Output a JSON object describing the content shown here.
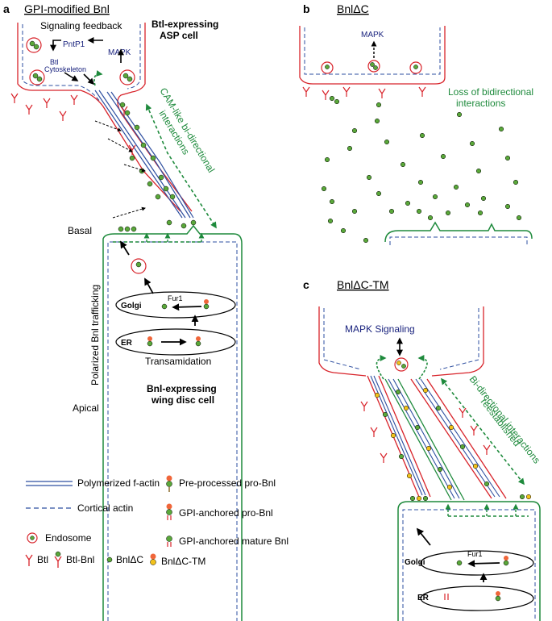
{
  "colors": {
    "red": "#d8232a",
    "green": "#1e8a3c",
    "blue": "#2e4fa0",
    "navy": "#1a237e",
    "black": "#000000",
    "dot_green": "#5aa83a",
    "dot_yellow": "#f2c21b",
    "dot_orange": "#f0663a"
  },
  "panel_a": {
    "letter": "a",
    "title": "GPI-modified Bnl",
    "feedback": "Signaling feedback",
    "pntp1": "PntP1",
    "mapk": "MAPK",
    "btl": "Btl",
    "cytoskeleton": "Cytoskeleton",
    "asp_line1": "Btl-expressing",
    "asp_line2": "ASP cell",
    "cam_line1": "CAM-like bi-directional",
    "cam_line2": "interactions",
    "basal": "Basal",
    "polarized": "Polarized Bnl trafficking",
    "fur1": "Fur1",
    "golgi": "Golgi",
    "er": "ER",
    "transamidation": "Transamidation",
    "wing_line1": "Bnl-expressing",
    "wing_line2": "wing disc cell",
    "apical": "Apical"
  },
  "panel_b": {
    "letter": "b",
    "title": "BnlΔC",
    "mapk": "MAPK",
    "loss_line1": "Loss of bidirectional",
    "loss_line2": "interactions"
  },
  "panel_c": {
    "letter": "c",
    "title": "BnlΔC-TM",
    "mapk": "MAPK Signaling",
    "bi_line1": "Bi-directional interactions",
    "bi_line2": "reestablished",
    "fur1": "Fur1",
    "golgi": "Golgi",
    "er": "ER"
  },
  "legend": {
    "f_actin": "Polymerized f-actin",
    "cortical": "Cortical actin",
    "endosome": "Endosome",
    "btl": "Btl",
    "btl_bnl": "Btl-Bnl",
    "bnl_dc": "BnlΔC",
    "pre_processed": "Pre-processed pro-Bnl",
    "gpi_pro": "GPI-anchored pro-Bnl",
    "gpi_mature": "GPI-anchored mature Bnl",
    "bnl_dc_tm": "BnlΔC-TM"
  }
}
